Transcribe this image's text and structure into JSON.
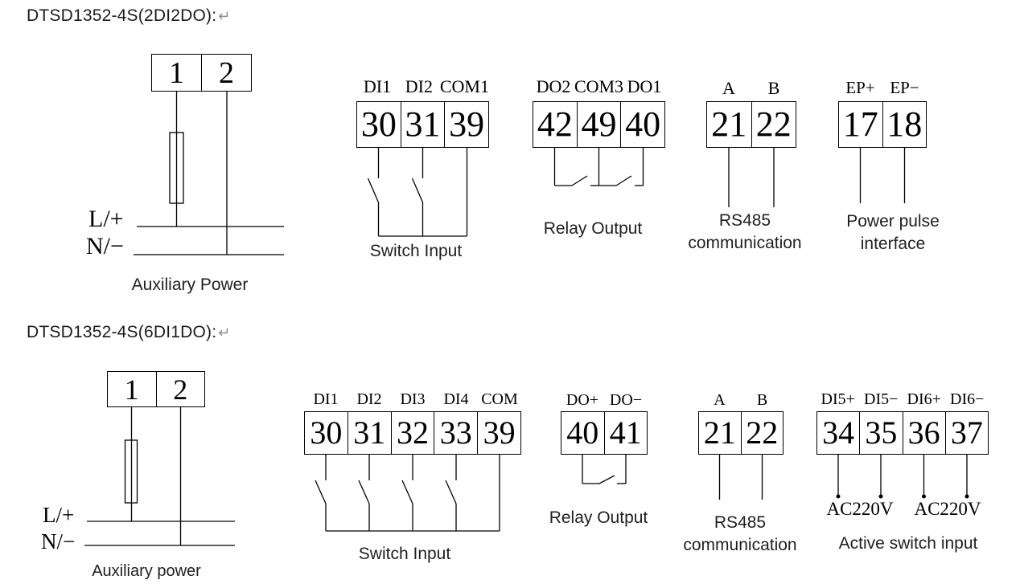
{
  "colors": {
    "background": "#ffffff",
    "line": "#000000",
    "text": "#1f1f1f",
    "return_mark": "#8f8f8f"
  },
  "section_top": {
    "title": "DTSD1352-4S(2DI2DO):",
    "return_mark": "↵",
    "aux": {
      "terminals": [
        "1",
        "2"
      ],
      "line1": "L/+",
      "line2": "N/−",
      "caption": "Auxiliary Power"
    },
    "switch": {
      "headers": [
        "DI1",
        "DI2",
        "COM1"
      ],
      "terminals": [
        "30",
        "31",
        "39"
      ],
      "caption": "Switch Input"
    },
    "relay": {
      "headers": [
        "DO2",
        "COM3",
        "DO1"
      ],
      "terminals": [
        "42",
        "49",
        "40"
      ],
      "caption": "Relay Output"
    },
    "rs485": {
      "headers": [
        "A",
        "B"
      ],
      "terminals": [
        "21",
        "22"
      ],
      "caption_line1": "RS485",
      "caption_line2": "communication"
    },
    "pulse": {
      "headers": [
        "EP+",
        "EP−"
      ],
      "terminals": [
        "17",
        "18"
      ],
      "caption_line1": "Power pulse",
      "caption_line2": "interface"
    }
  },
  "section_bottom": {
    "title": "DTSD1352-4S(6DI1DO):",
    "return_mark": "↵",
    "aux": {
      "terminals": [
        "1",
        "2"
      ],
      "line1": "L/+",
      "line2": "N/−",
      "caption": "Auxiliary power"
    },
    "switch": {
      "headers": [
        "DI1",
        "DI2",
        "DI3",
        "DI4",
        "COM"
      ],
      "terminals": [
        "30",
        "31",
        "32",
        "33",
        "39"
      ],
      "caption": "Switch Input"
    },
    "relay": {
      "headers": [
        "DO+",
        "DO−"
      ],
      "terminals": [
        "40",
        "41"
      ],
      "caption": "Relay Output"
    },
    "rs485": {
      "headers": [
        "A",
        "B"
      ],
      "terminals": [
        "21",
        "22"
      ],
      "caption_line1": "RS485",
      "caption_line2": "communication"
    },
    "active": {
      "headers": [
        "DI5+",
        "DI5−",
        "DI6+",
        "DI6−"
      ],
      "terminals": [
        "34",
        "35",
        "36",
        "37"
      ],
      "voltage_labels": [
        "AC220V",
        "AC220V"
      ],
      "caption": "Active switch input"
    }
  }
}
